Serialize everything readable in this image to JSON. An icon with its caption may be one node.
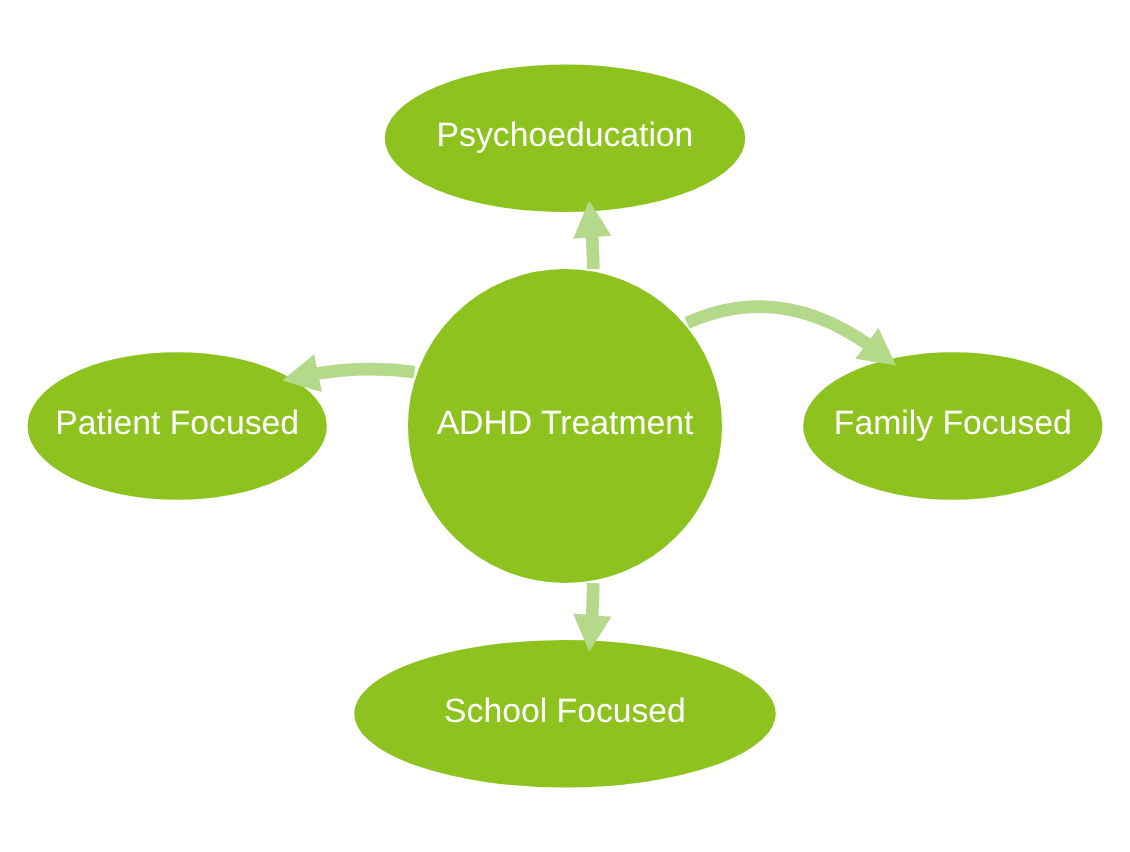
{
  "diagram": {
    "nodes": [
      {
        "text": [
          "ADHD Treatment"
        ]
      },
      {
        "text": [
          "Psychoeducation"
        ]
      },
      {
        "text": [
          "Patient Focused"
        ]
      },
      {
        "text": [
          "Family Focused"
        ]
      },
      {
        "text": [
          "School Focused"
        ]
      }
    ],
    "edges": [
      {
        "from": 0,
        "to": 1,
        "arrow": "to"
      },
      {
        "from": 0,
        "to": 2,
        "arrow": "to"
      },
      {
        "from": 0,
        "to": 3,
        "arrow": "to"
      },
      {
        "from": 0,
        "to": 4,
        "arrow": "to"
      }
    ]
  }
}
